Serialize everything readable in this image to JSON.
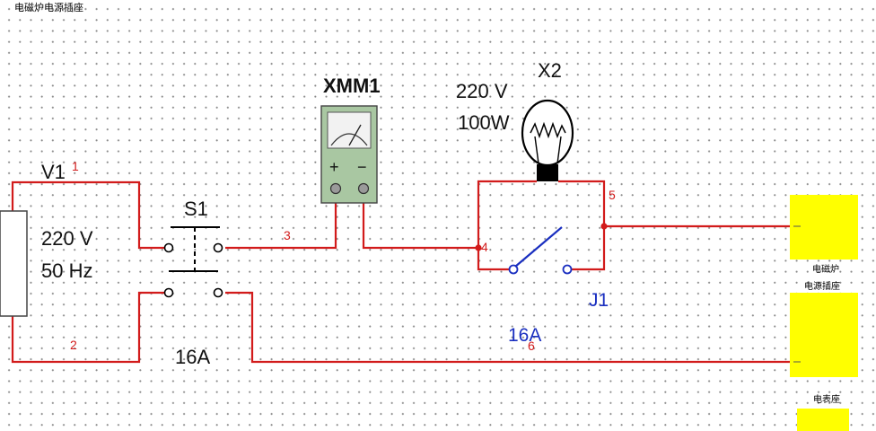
{
  "title": "电磁炉电源插座",
  "source": {
    "ref": "V1",
    "voltage": "220 V",
    "frequency": "50 Hz"
  },
  "switch": {
    "ref": "S1",
    "rating": "16A"
  },
  "multimeter": {
    "ref": "XMM1",
    "plus": "+",
    "minus": "−"
  },
  "lamp": {
    "ref": "X2",
    "voltage": "220 V",
    "power": "100W"
  },
  "relay": {
    "ref": "J1",
    "rating": "16A"
  },
  "nets": [
    "1",
    "2",
    "3",
    "4",
    "5",
    "6"
  ],
  "socket_top_label": [
    "电磁炉",
    "电源插座"
  ],
  "socket_bottom_label": "电表座",
  "colors": {
    "wire": "#d21b1b",
    "socket": "#ffff00",
    "relay_blue": "#1a2fc0",
    "meter_face": "#a9c7a2"
  }
}
